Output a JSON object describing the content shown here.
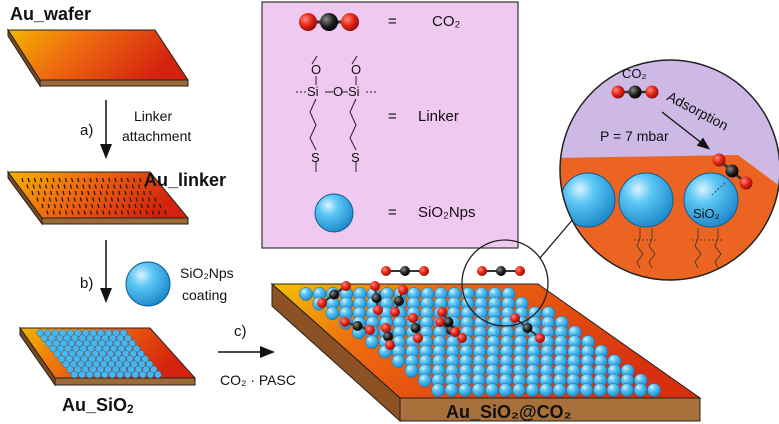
{
  "colors": {
    "gold": "#f0b000",
    "orange": "#e86010",
    "red": "#d42a10",
    "sphere": "#49b7ee",
    "legend_bg": "#efc9ef",
    "gas_region": "#cdb8e6",
    "wafer_side": "#8a5a2a"
  },
  "labels": {
    "au_wafer": "Au_wafer",
    "au_linker": "Au_linker",
    "au_sio2": "Au_SiO",
    "au_sio2_sub": "2",
    "au_sio2_co2": "Au_SiO₂@CO₂",
    "step_a": "a)",
    "step_a_text_1": "Linker",
    "step_a_text_2": "attachment",
    "step_b": "b)",
    "step_b_text_1": "SiO₂Nps",
    "step_b_text_2": "coating",
    "step_c": "c)",
    "step_c_text": "CO₂ · PASC"
  },
  "legend": {
    "co2_eq": "=",
    "co2_label": "CO₂",
    "linker_eq": "=",
    "linker_label": "Linker",
    "nps_eq": "=",
    "nps_label": "SiO₂Nps",
    "linker_struct": {
      "o_top": "O",
      "si": "Si",
      "o_mid": "O",
      "s": "S"
    }
  },
  "zoom": {
    "co2": "CO₂",
    "adsorption": "Adsorption",
    "pressure": "P = 7 mbar",
    "sio2": "SiO₂"
  },
  "icons": [
    "co2-molecule-icon",
    "linker-molecule-icon",
    "sio2-nanoparticle-icon",
    "process-arrow-icon",
    "magnifier-circle-icon"
  ]
}
